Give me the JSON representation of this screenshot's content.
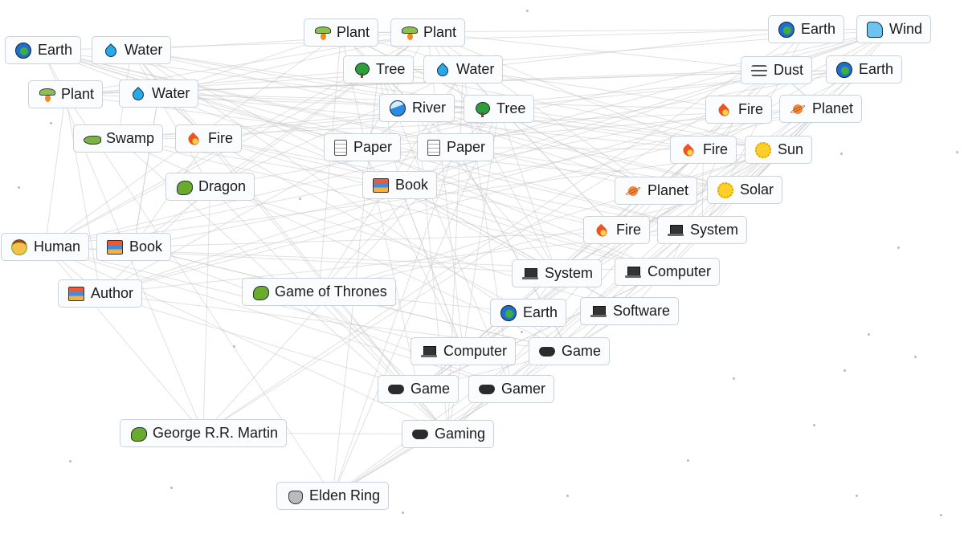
{
  "canvas": {
    "items": [
      {
        "label": "Earth",
        "icon": "earth"
      },
      {
        "label": "Water",
        "icon": "water"
      },
      {
        "label": "Plant",
        "icon": "plant"
      },
      {
        "label": "Plant",
        "icon": "plant"
      },
      {
        "label": "Earth",
        "icon": "earth"
      },
      {
        "label": "Wind",
        "icon": "wind"
      },
      {
        "label": "Tree",
        "icon": "tree"
      },
      {
        "label": "Water",
        "icon": "water"
      },
      {
        "label": "Dust",
        "icon": "dust"
      },
      {
        "label": "Earth",
        "icon": "earth"
      },
      {
        "label": "Plant",
        "icon": "plant"
      },
      {
        "label": "Water",
        "icon": "water"
      },
      {
        "label": "River",
        "icon": "river"
      },
      {
        "label": "Tree",
        "icon": "tree"
      },
      {
        "label": "Fire",
        "icon": "fire"
      },
      {
        "label": "Planet",
        "icon": "planet"
      },
      {
        "label": "Swamp",
        "icon": "swamp"
      },
      {
        "label": "Fire",
        "icon": "fire"
      },
      {
        "label": "Paper",
        "icon": "paper"
      },
      {
        "label": "Paper",
        "icon": "paper"
      },
      {
        "label": "Fire",
        "icon": "fire"
      },
      {
        "label": "Sun",
        "icon": "sun"
      },
      {
        "label": "Dragon",
        "icon": "dragon"
      },
      {
        "label": "Book",
        "icon": "book"
      },
      {
        "label": "Planet",
        "icon": "planet"
      },
      {
        "label": "Solar",
        "icon": "sun"
      },
      {
        "label": "Fire",
        "icon": "fire"
      },
      {
        "label": "System",
        "icon": "computer"
      },
      {
        "label": "Human",
        "icon": "human"
      },
      {
        "label": "Book",
        "icon": "book"
      },
      {
        "label": "System",
        "icon": "computer"
      },
      {
        "label": "Computer",
        "icon": "computer"
      },
      {
        "label": "Author",
        "icon": "book"
      },
      {
        "label": "Game of Thrones",
        "icon": "dragon"
      },
      {
        "label": "Earth",
        "icon": "earth"
      },
      {
        "label": "Software",
        "icon": "computer"
      },
      {
        "label": "Computer",
        "icon": "computer"
      },
      {
        "label": "Game",
        "icon": "game"
      },
      {
        "label": "Game",
        "icon": "game"
      },
      {
        "label": "Gamer",
        "icon": "game"
      },
      {
        "label": "George R.R. Martin",
        "icon": "dragon"
      },
      {
        "label": "Gaming",
        "icon": "game"
      },
      {
        "label": "Elden Ring",
        "icon": "wolf"
      }
    ]
  }
}
